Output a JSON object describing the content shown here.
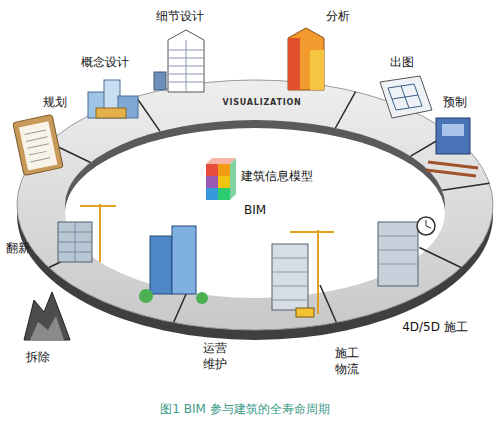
{
  "diagram": {
    "caption": "图1 BIM 参与建筑的全寿命周期",
    "labels": [
      "细节设计",
      "分析",
      "概念设计",
      "出图",
      "规划",
      "预制",
      "VISUALIZATION",
      "建筑信息模型",
      "BIM",
      "翻新",
      "4D/5D 施工",
      "拆除",
      "运营 维护",
      "施工 物流"
    ]
  }
}
